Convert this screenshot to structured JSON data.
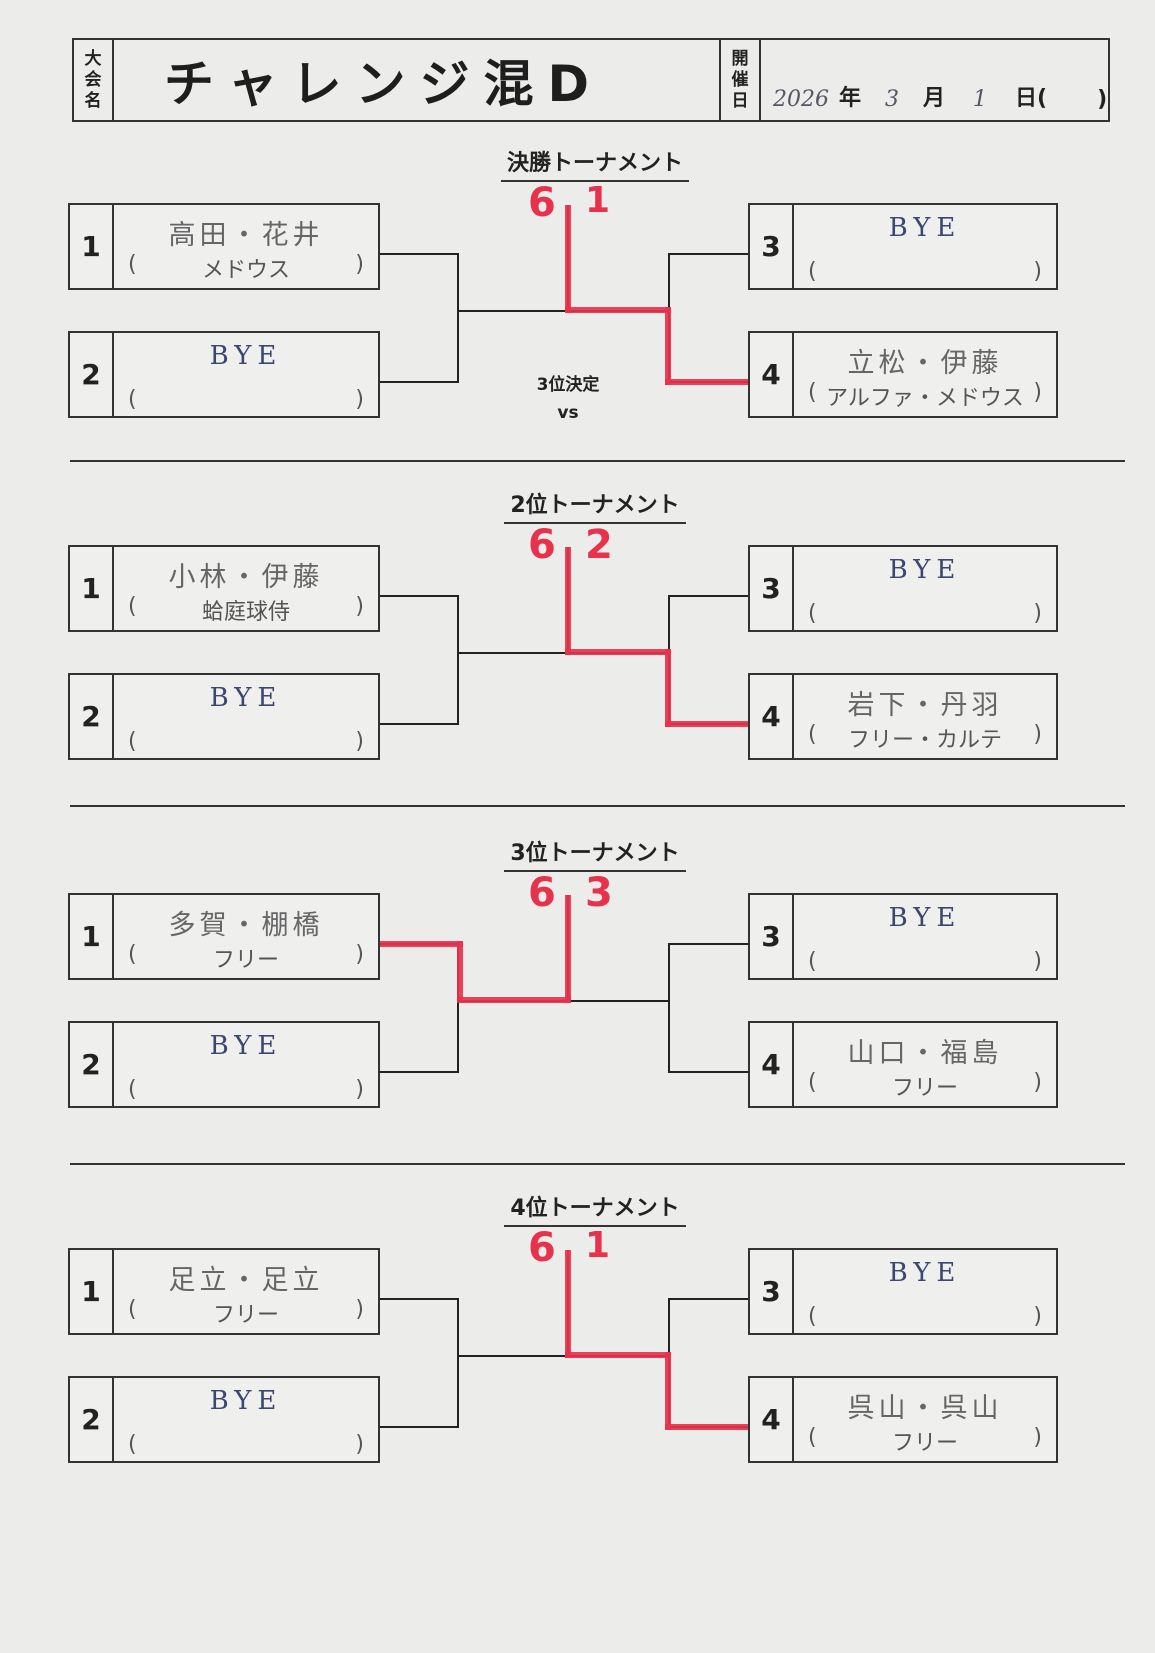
{
  "header": {
    "event_label": [
      "大",
      "会",
      "名"
    ],
    "event_name": "チャレンジ混D",
    "date_label": [
      "開",
      "催",
      "日"
    ],
    "year": "2026",
    "year_unit": "年",
    "month": "3",
    "month_unit": "月",
    "day": "1",
    "day_unit": "日(",
    "weekday_close": ")"
  },
  "third_place": {
    "label": "3位決定",
    "vs": "vs"
  },
  "sections": [
    {
      "title": "決勝トーナメント",
      "score_left": "6",
      "score_right": "1",
      "winner": 4,
      "entries": [
        {
          "num": "1",
          "name": "高田・花井",
          "team": "メドウス"
        },
        {
          "num": "2",
          "name": "BYE",
          "team": ""
        },
        {
          "num": "3",
          "name": "BYE",
          "team": ""
        },
        {
          "num": "4",
          "name": "立松・伊藤",
          "team": "アルファ・メドウス"
        }
      ]
    },
    {
      "title": "2位トーナメント",
      "score_left": "6",
      "score_right": "2",
      "winner": 4,
      "entries": [
        {
          "num": "1",
          "name": "小林・伊藤",
          "team": "蛤庭球侍"
        },
        {
          "num": "2",
          "name": "BYE",
          "team": ""
        },
        {
          "num": "3",
          "name": "BYE",
          "team": ""
        },
        {
          "num": "4",
          "name": "岩下・丹羽",
          "team": "フリー・カルテ"
        }
      ]
    },
    {
      "title": "3位トーナメント",
      "score_left": "6",
      "score_right": "3",
      "winner": 1,
      "entries": [
        {
          "num": "1",
          "name": "多賀・棚橋",
          "team": "フリー"
        },
        {
          "num": "2",
          "name": "BYE",
          "team": ""
        },
        {
          "num": "3",
          "name": "BYE",
          "team": ""
        },
        {
          "num": "4",
          "name": "山口・福島",
          "team": "フリー"
        }
      ]
    },
    {
      "title": "4位トーナメント",
      "score_left": "6",
      "score_right": "1",
      "winner": 4,
      "entries": [
        {
          "num": "1",
          "name": "足立・足立",
          "team": "フリー"
        },
        {
          "num": "2",
          "name": "BYE",
          "team": ""
        },
        {
          "num": "3",
          "name": "BYE",
          "team": ""
        },
        {
          "num": "4",
          "name": "呉山・呉山",
          "team": "フリー"
        }
      ]
    }
  ],
  "colors": {
    "score_red": "#e8324b",
    "bye_blue": "#3a4770"
  }
}
